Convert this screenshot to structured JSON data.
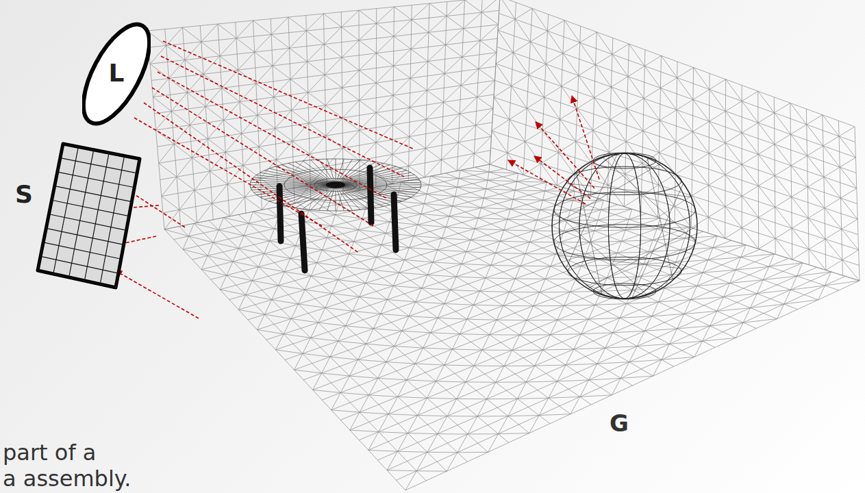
{
  "diagram": {
    "nodes": [
      {
        "text": [
          "L"
        ]
      },
      {
        "text": [
          "S"
        ]
      }
    ],
    "labels": [
      "G",
      "part of a",
      "a assembly."
    ]
  }
}
